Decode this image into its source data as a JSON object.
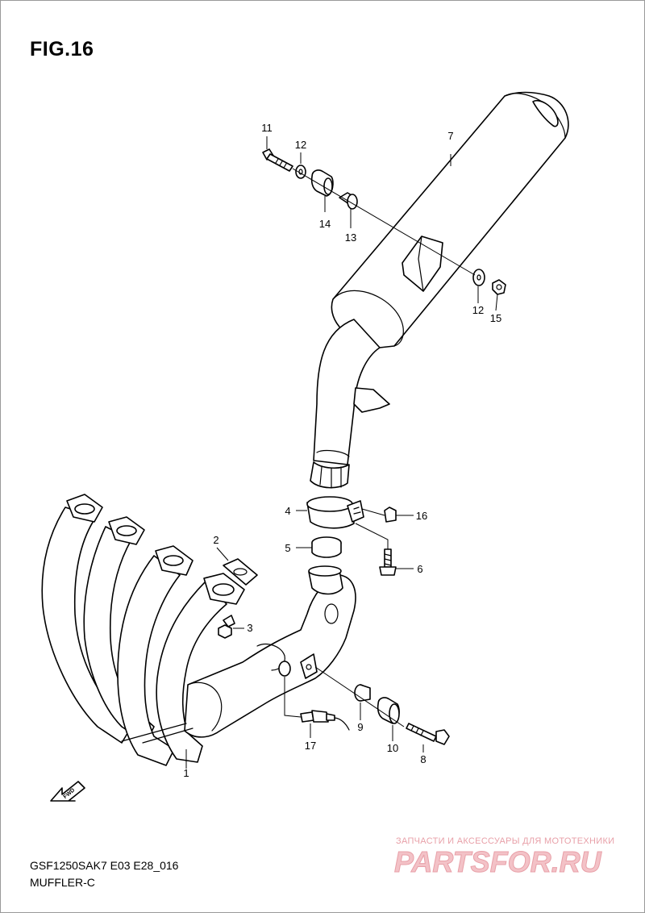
{
  "figure": {
    "title": "FIG.16",
    "model_code": "GSF1250SAK7 E03 E28_016",
    "section_name": "MUFFLER-C"
  },
  "callouts": [
    {
      "id": "c1",
      "label": "1"
    },
    {
      "id": "c2",
      "label": "2"
    },
    {
      "id": "c3",
      "label": "3"
    },
    {
      "id": "c4",
      "label": "4"
    },
    {
      "id": "c5",
      "label": "5"
    },
    {
      "id": "c6",
      "label": "6"
    },
    {
      "id": "c7",
      "label": "7"
    },
    {
      "id": "c8",
      "label": "8"
    },
    {
      "id": "c9",
      "label": "9"
    },
    {
      "id": "c10",
      "label": "10"
    },
    {
      "id": "c11",
      "label": "11"
    },
    {
      "id": "c12a",
      "label": "12"
    },
    {
      "id": "c12b",
      "label": "12"
    },
    {
      "id": "c13",
      "label": "13"
    },
    {
      "id": "c14",
      "label": "14"
    },
    {
      "id": "c15",
      "label": "15"
    },
    {
      "id": "c16",
      "label": "16"
    },
    {
      "id": "c17",
      "label": "17"
    }
  ],
  "fwd_marker": {
    "text": "FWD"
  },
  "watermark": {
    "caption": "ЗАПЧАСТИ И АКСЕССУАРЫ ДЛЯ МОТОТЕХНИКИ",
    "logo_text": "PARTSFOR.RU",
    "color": "#e8a0a8"
  },
  "colors": {
    "line": "#000000",
    "background": "#ffffff",
    "border": "#9a9a9a"
  }
}
